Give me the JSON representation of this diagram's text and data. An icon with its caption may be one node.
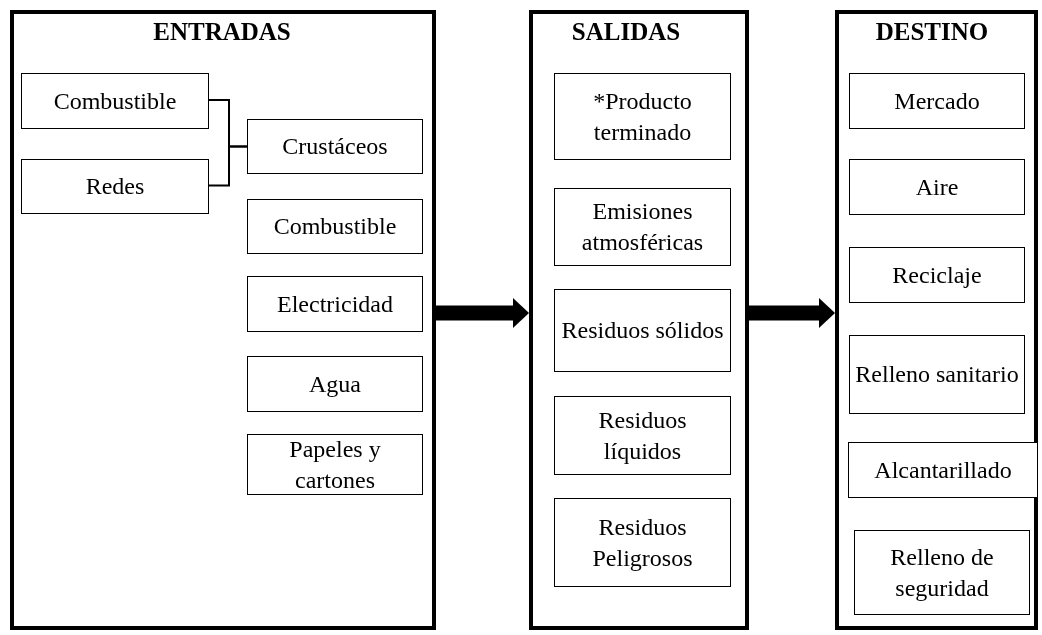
{
  "diagram": {
    "nodes": [
      {
        "text": [
          "ENTRADAS"
        ]
      },
      {
        "text": [
          "Combustible"
        ],
        "in": 0
      },
      {
        "text": [
          "Redes"
        ],
        "in": 0
      },
      {
        "text": [
          "Crustáceos"
        ],
        "in": 0
      },
      {
        "text": [
          "Combustible"
        ],
        "in": 0
      },
      {
        "text": [
          "Electricidad"
        ],
        "in": 0
      },
      {
        "text": [
          "Agua"
        ],
        "in": 0
      },
      {
        "text": [
          "Papeles y cartones"
        ],
        "in": 0
      },
      {
        "text": [
          "SALIDAS"
        ]
      },
      {
        "text": [
          "*Producto terminado"
        ],
        "in": 8
      },
      {
        "text": [
          "Emisiones atmosféricas"
        ],
        "in": 8
      },
      {
        "text": [
          "Residuos sólidos"
        ],
        "in": 8
      },
      {
        "text": [
          "Residuos líquidos"
        ],
        "in": 8
      },
      {
        "text": [
          "Residuos Peligrosos"
        ],
        "in": 8
      },
      {
        "text": [
          "DESTINO"
        ]
      },
      {
        "text": [
          "Mercado"
        ],
        "in": 14
      },
      {
        "text": [
          "Aire"
        ],
        "in": 14
      },
      {
        "text": [
          "Reciclaje"
        ],
        "in": 14
      },
      {
        "text": [
          "Relleno sanitario"
        ],
        "in": 14
      },
      {
        "text": [
          "Alcantarillado"
        ],
        "in": 14
      },
      {
        "text": [
          "Relleno de seguridad"
        ],
        "in": 14
      }
    ],
    "edges": [
      {
        "from": 1,
        "to": 3,
        "arrow": "none"
      },
      {
        "from": 2,
        "to": 3,
        "arrow": "none"
      },
      {
        "from": 0,
        "to": 8,
        "arrow": "to",
        "style": "thick"
      },
      {
        "from": 8,
        "to": 14,
        "arrow": "to",
        "style": "thick"
      }
    ]
  }
}
